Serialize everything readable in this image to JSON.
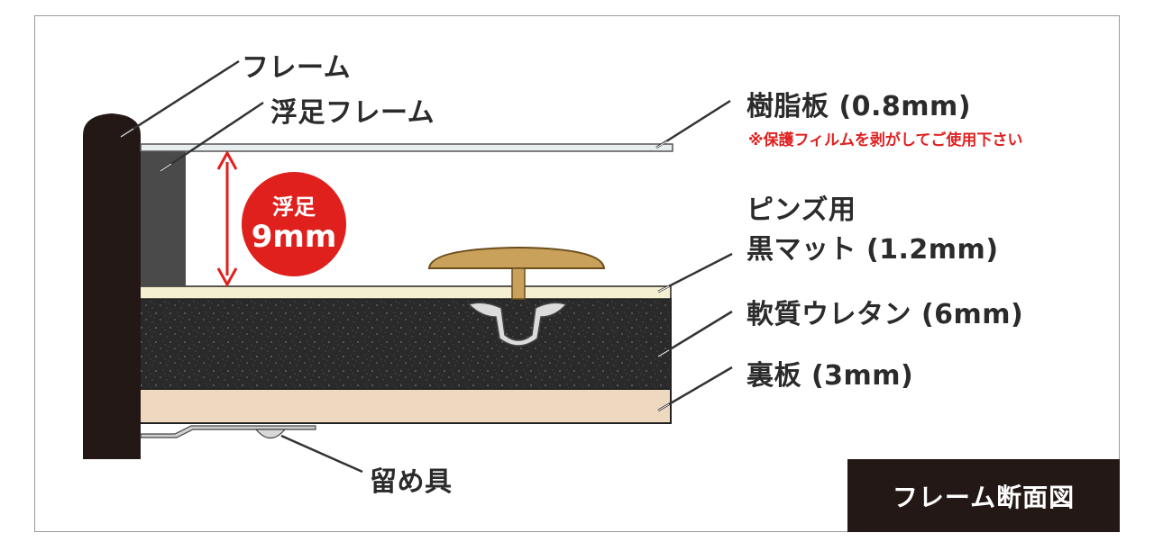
{
  "labels": {
    "frame": "フレーム",
    "floating_frame": "浮足フレーム",
    "resin_plate": "樹脂板 (0.8mm)",
    "resin_note": "※保護フィルムを剥がしてご使用下さい",
    "pins_line1": "ピンズ用",
    "pins_line2": "黒マット (1.2mm)",
    "urethane": "軟質ウレタン (6mm)",
    "back_plate": "裏板 (3mm)",
    "fastener": "留め具"
  },
  "badge": {
    "line1": "浮足",
    "line2": "9mm"
  },
  "title": "フレーム断面図",
  "colors": {
    "frame": "#231815",
    "floating_frame": "#4a4a4a",
    "mat": "#f5efd2",
    "urethane": "#2c2c2c",
    "back_plate": "#efd8c0",
    "pin": "#c9a15a",
    "badge": "#e0201c",
    "note": "#e02020"
  }
}
